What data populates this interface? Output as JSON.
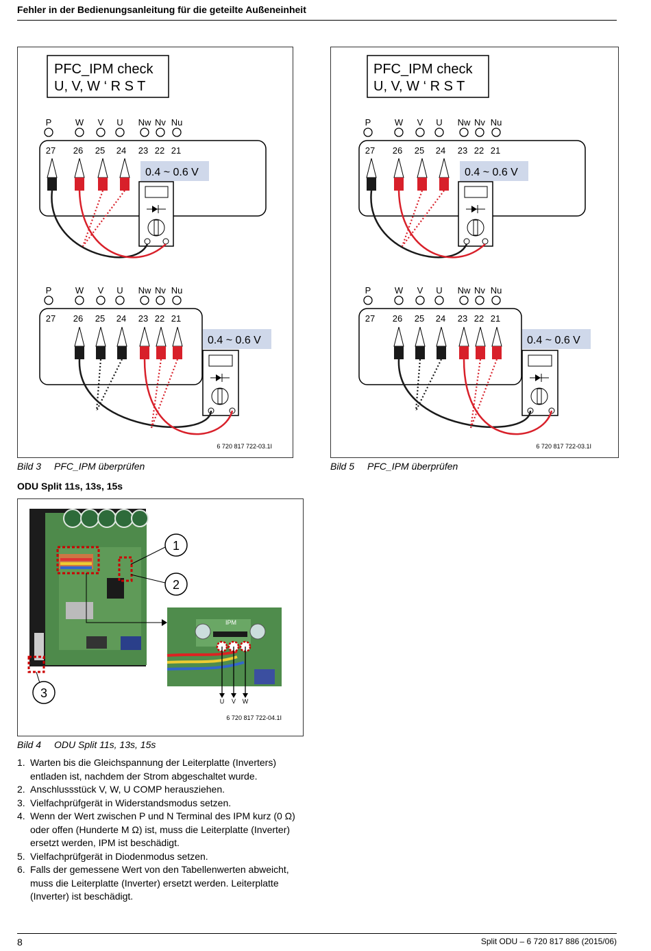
{
  "header": {
    "title": "Fehler in der Bedienungsanleitung für die geteilte Außeneinheit"
  },
  "figure_left": {
    "check_label_line1": "PFC_IPM check",
    "check_label_line2": "U, V, W ‘ R  S  T",
    "terminal_names": [
      "P",
      "W",
      "V",
      "U",
      "Nw",
      "Nv",
      "Nu"
    ],
    "terminal_numbers": [
      "27",
      "26",
      "25",
      "24",
      "23",
      "22",
      "21"
    ],
    "voltage_label": "0.4 ~ 0.6 V",
    "ref_code": "6 720 817 722-03.1I"
  },
  "figure_right": {
    "check_label_line1": "PFC_IPM check",
    "check_label_line2": "U, V, W ‘ R  S  T",
    "terminal_names": [
      "P",
      "W",
      "V",
      "U",
      "Nw",
      "Nv",
      "Nu"
    ],
    "terminal_numbers": [
      "27",
      "26",
      "25",
      "24",
      "23",
      "22",
      "21"
    ],
    "voltage_label": "0.4 ~ 0.6 V",
    "ref_code": "6 720 817 722-03.1I"
  },
  "caption3": {
    "num": "Bild 3",
    "text": "PFC_IPM überprüfen"
  },
  "caption5": {
    "num": "Bild 5",
    "text": "PFC_IPM überprüfen"
  },
  "section_title": "ODU Split 11s, 13s, 15s",
  "photo": {
    "callout_1": "1",
    "callout_2": "2",
    "callout_3": "3",
    "ipm_label": "IPM",
    "wire_u": "U",
    "wire_v": "V",
    "wire_w": "W",
    "ref_code": "6 720 817 722-04.1I"
  },
  "caption4": {
    "num": "Bild 4",
    "text": "ODU Split 11s, 13s, 15s"
  },
  "steps": [
    {
      "n": "1.",
      "text": "Warten bis die Gleichspannung der Leiterplatte (Inverters) entladen ist, nachdem der Strom abgeschaltet wurde."
    },
    {
      "n": "2.",
      "text": "Anschlussstück V, W, U COMP herausziehen."
    },
    {
      "n": "3.",
      "text": "Vielfachprüfgerät in Widerstandsmodus setzen."
    },
    {
      "n": "4.",
      "text": "Wenn der Wert zwischen P und N Terminal des IPM kurz (0 Ω) oder offen (Hunderte M Ω) ist, muss die Leiterplatte (Inverter) ersetzt werden, IPM ist beschädigt."
    },
    {
      "n": "5.",
      "text": "Vielfachprüfgerät in Diodenmodus setzen."
    },
    {
      "n": "6.",
      "text": "Falls der gemessene Wert von den Tabellenwerten abweicht, muss die Leiterplatte (Inverter) ersetzt werden. Leiterplatte (Inverter) ist beschädigt."
    }
  ],
  "footer": {
    "page": "8",
    "doc": "Split ODU – 6 720 817 886 (2015/06)"
  }
}
